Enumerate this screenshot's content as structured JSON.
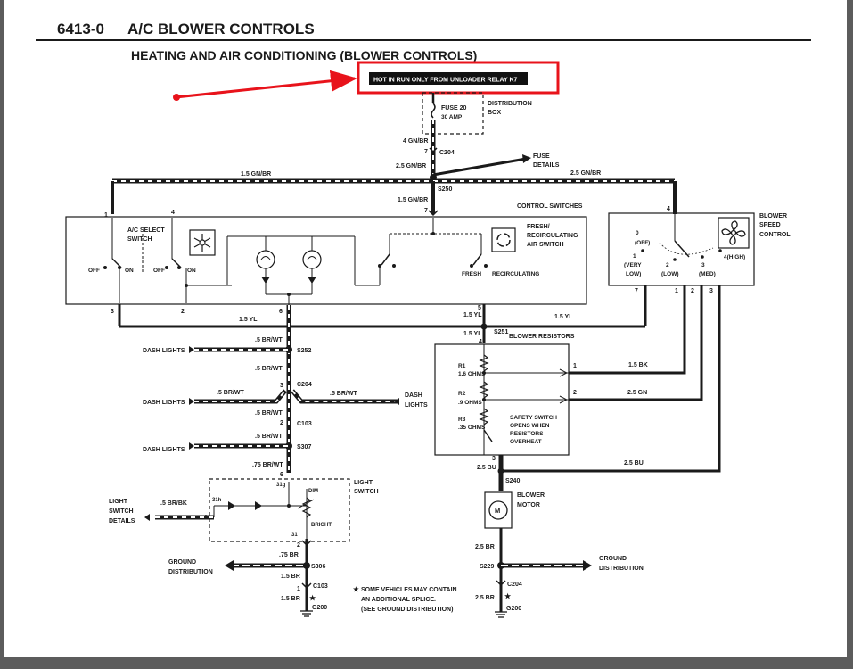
{
  "header": {
    "doc_code": "6413-0",
    "doc_title": "A/C BLOWER CONTROLS"
  },
  "diagram": {
    "title": "HEATING AND AIR CONDITIONING (BLOWER CONTROLS)",
    "callout": "HOT IN RUN ONLY FROM UNLOADER RELAY K7",
    "distribution_box": [
      "DISTRIBUTION",
      "BOX"
    ],
    "fuse": {
      "name": "FUSE 20",
      "rating": "30 AMP"
    },
    "wires": {
      "gn_br_4": "4 GN/BR",
      "gn_br_25a": "2.5 GN/BR",
      "gn_br_25b": "2.5 GN/BR",
      "gn_br_15a": "1.5 GN/BR",
      "gn_br_15b": "1.5 GN/BR",
      "yl_15a": "1.5 YL",
      "yl_15b": "1.5 YL",
      "yl_15c": "1.5 YL",
      "yl_15d": "1.5 YL",
      "br_wt_05a": ".5 BR/WT",
      "br_wt_05b": ".5 BR/WT",
      "br_wt_05c": ".5 BR/WT",
      "br_wt_05d": ".5 BR/WT",
      "br_wt_05e": ".5 BR/WT",
      "br_wt_05f": ".5 BR/WT",
      "br_wt_075": ".75 BR/WT",
      "br_bk_05": ".5 BR/BK",
      "br_075": ".75 BR",
      "br_15a": "1.5 BR",
      "br_15b": "1.5 BR",
      "bk_15": "1.5 BK",
      "gn_25": "2.5 GN",
      "bu_25a": "2.5 BU",
      "bu_25b": "2.5 BU",
      "br_25a": "2.5 BR",
      "br_25b": "2.5 BR"
    },
    "connectors": {
      "c204a": "C204",
      "c204b": "C204",
      "c204c": "C204",
      "c103a": "C103",
      "c103b": "C103",
      "s250": "S250",
      "s251": "S251",
      "s252": "S252",
      "s307": "S307",
      "s306": "S306",
      "s240": "S240",
      "s229": "S229",
      "g200a": "G200",
      "g200b": "G200"
    },
    "pins": {
      "p7a": "7",
      "p7b": "7",
      "p7c": "7",
      "p1a": "1",
      "p4a": "4",
      "p3a": "3",
      "p2a": "2",
      "p6a": "6",
      "p5a": "5",
      "p4b": "4",
      "p4c": "4",
      "p1b": "1",
      "p2b": "2",
      "p3b": "3",
      "p3c": "3",
      "p2c": "2",
      "p6b": "6",
      "p1c": "1",
      "p2d": "2",
      "p3d": "3",
      "p2e": "2",
      "p1d": "1"
    },
    "fuse_details": [
      "FUSE",
      "DETAILS"
    ],
    "control_switches": "CONTROL SWITCHES",
    "ac_select": [
      "A/C SELECT",
      "SWITCH"
    ],
    "ac_off_a": "OFF",
    "ac_on_a": "ON",
    "ac_off_b": "OFF",
    "ac_on_b": "ON",
    "fresh_recirc": [
      "FRESH/",
      "RECIRCULATING",
      "AIR SWITCH"
    ],
    "fresh": "FRESH",
    "recirculating": "RECIRCULATING",
    "blower_speed": [
      "BLOWER",
      "SPEED",
      "CONTROL"
    ],
    "speed": {
      "s0": "0",
      "s0_label": "(OFF)",
      "s1": "1",
      "s1_label": [
        "(VERY",
        "LOW)"
      ],
      "s2": "2",
      "s2_label": "(LOW)",
      "s3": "3",
      "s3_label": "(MED)",
      "s4": "4(HIGH)"
    },
    "dash_lights": {
      "a": "DASH LIGHTS",
      "b": "DASH LIGHTS",
      "c": "DASH LIGHTS",
      "d": [
        "DASH",
        "LIGHTS"
      ]
    },
    "blower_resistors": "BLOWER RESISTORS",
    "resistors": {
      "r1": "R1",
      "r1v": "1.6 OHMS",
      "r2": "R2",
      "r2v": ".9 OHMS",
      "r3": "R3",
      "r3v": ".35 OHMS"
    },
    "safety_switch": [
      "SAFETY SWITCH",
      "OPENS WHEN",
      "RESISTORS",
      "OVERHEAT"
    ],
    "light_switch": [
      "LIGHT",
      "SWITCH"
    ],
    "light_switch_details": [
      "LIGHT",
      "SWITCH",
      "DETAILS"
    ],
    "ls_pins": {
      "p31h": "31h",
      "p31g": "31g",
      "p31": "31",
      "dim": "DIM",
      "bright": "BRIGHT"
    },
    "blower_motor": [
      "BLOWER",
      "MOTOR"
    ],
    "motor_symbol": "M",
    "ground_distribution_left": [
      "GROUND",
      "DISTRIBUTION"
    ],
    "ground_distribution_right": [
      "GROUND",
      "DISTRIBUTION"
    ],
    "footnote": [
      "SOME VEHICLES MAY CONTAIN",
      "AN ADDITIONAL SPLICE.",
      "(SEE GROUND DISTRIBUTION)"
    ],
    "star": "★"
  },
  "colors": {
    "ink": "#1a1a1a",
    "callout_box": "#e8131b",
    "arrow": "#e8131b",
    "frame": "#5c5c5c"
  },
  "icons": {
    "ac": "snowflake-icon",
    "recirc": "recirculation-icon",
    "fan": "fan-icon",
    "motor": "motor-icon"
  }
}
